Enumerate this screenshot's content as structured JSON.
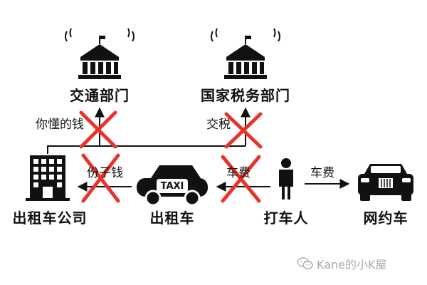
{
  "nodes": {
    "transport_dept": {
      "label": "交通部门",
      "icon": "government-building-icon"
    },
    "tax_dept": {
      "label": "国家税务部门",
      "icon": "government-building-icon"
    },
    "taxi_company": {
      "label": "出租车公司",
      "icon": "office-building-icon"
    },
    "taxi": {
      "label": "出租车",
      "icon": "taxi-car-icon",
      "sign": "TAXI"
    },
    "passenger": {
      "label": "打车人",
      "icon": "person-icon"
    },
    "ride_hailing": {
      "label": "网约车",
      "icon": "car-front-icon"
    }
  },
  "edges": {
    "you_know_money": "你懂的钱",
    "pay_tax": "交税",
    "commission": "份子钱",
    "fare_to_taxi": "车费",
    "fare_to_ride_hailing": "车费"
  },
  "watermark": {
    "text": "Kane的小K屋",
    "icon": "wechat-icon"
  },
  "colors": {
    "cross": "#e8332a",
    "ink": "#111111"
  }
}
